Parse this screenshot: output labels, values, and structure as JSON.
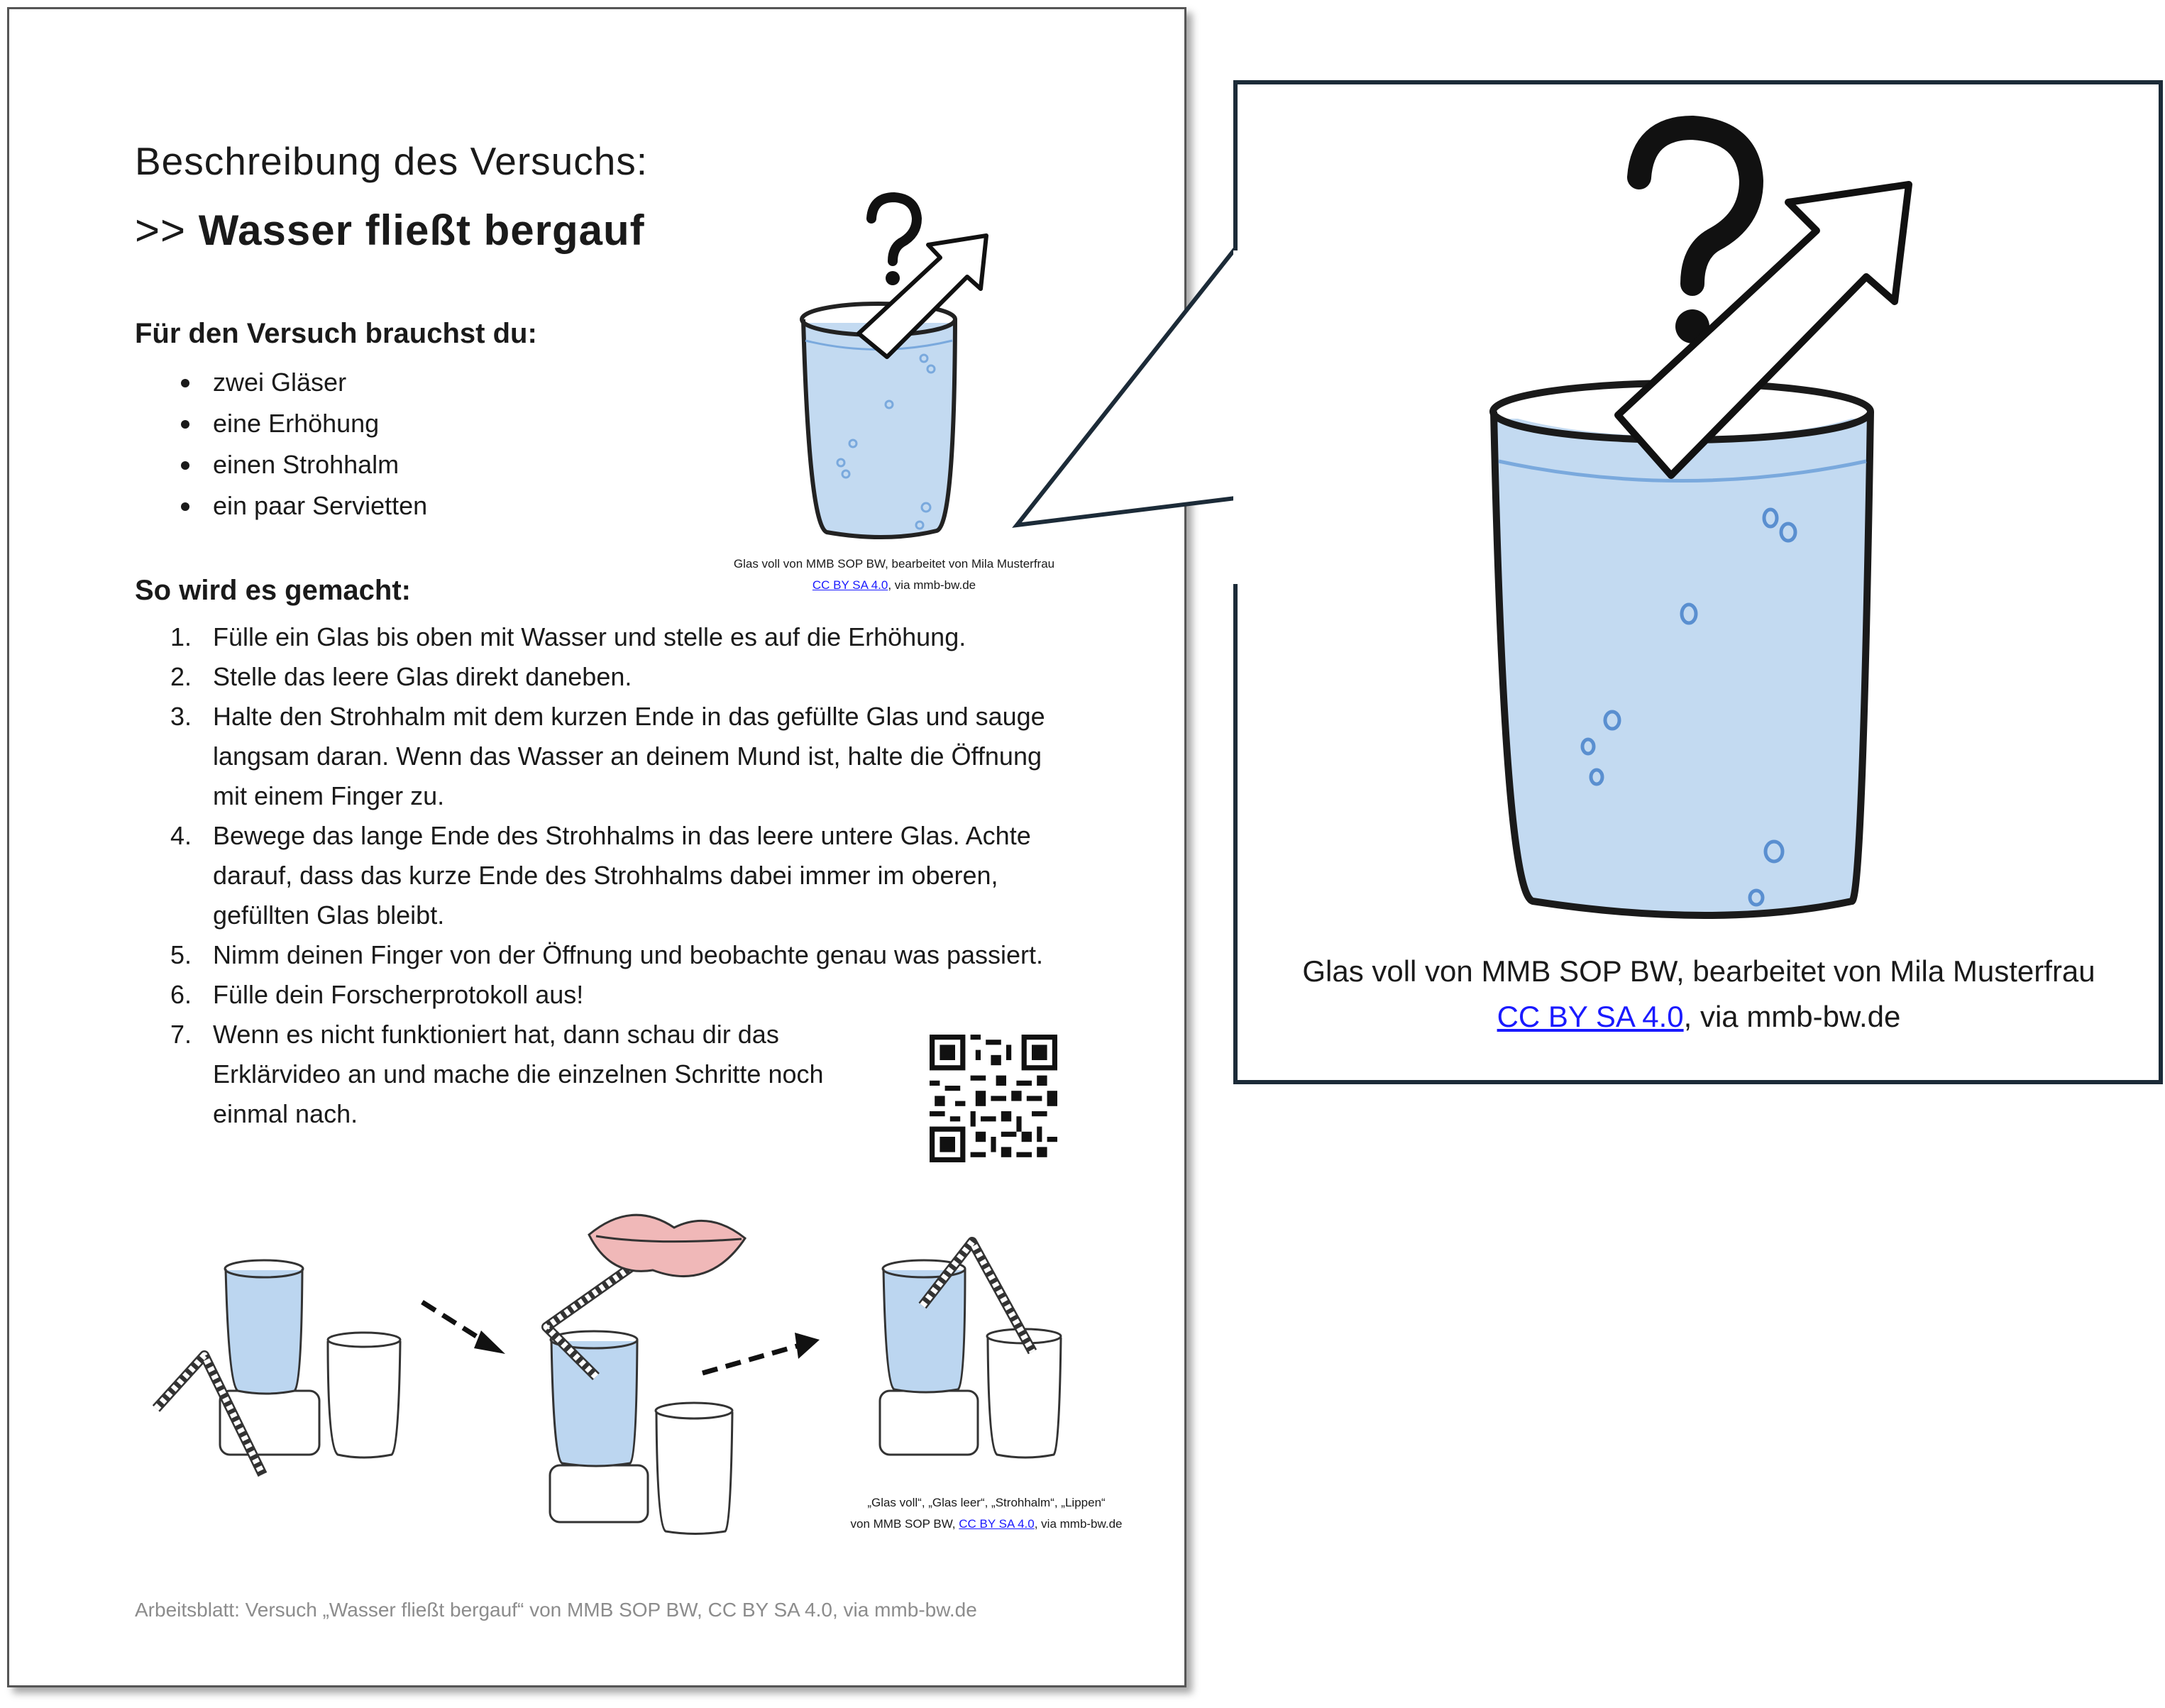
{
  "worksheet": {
    "subtitle": "Beschreibung des Versuchs:",
    "title_prefix": ">>",
    "title": "Wasser fließt bergauf",
    "materials_heading": "Für den Versuch brauchst du:",
    "materials": [
      "zwei Gläser",
      "eine Erhöhung",
      "einen Strohhalm",
      "ein paar Servietten"
    ],
    "steps_heading": "So wird es gemacht:",
    "steps": [
      {
        "num": "1.",
        "text": "Fülle ein Glas bis oben mit Wasser und stelle es auf die Erhöhung."
      },
      {
        "num": "2.",
        "text": "Stelle das leere Glas direkt daneben."
      },
      {
        "num": "3.",
        "text": "Halte den Strohhalm mit dem kurzen Ende in das gefüllte Glas und sauge langsam daran. Wenn das Wasser an deinem Mund ist, halte die Öffnung mit einem Finger zu."
      },
      {
        "num": "4.",
        "text": "Bewege das lange Ende des Strohhalms in das leere untere Glas. Achte darauf, dass das kurze Ende des Strohhalms dabei immer im oberen, gefüllten Glas bleibt."
      },
      {
        "num": "5.",
        "text": "Nimm deinen Finger von der Öffnung und beobachte genau was passiert."
      },
      {
        "num": "6.",
        "text": "Fülle dein Forscherprotokoll aus!"
      },
      {
        "num": "7.",
        "text": "Wenn es nicht funktioniert hat, dann schau dir das Erklärvideo an und mache die einzelnen Schritte noch einmal nach."
      }
    ],
    "glass_credit_line1": "Glas voll von MMB SOP BW, bearbeitet von Mila Musterfrau",
    "glass_credit_link": "CC BY SA 4.0",
    "glass_credit_suffix": ", via mmb-bw.de",
    "illus_credit_line1": "„Glas voll“, „Glas leer“, „Strohhalm“, „Lippen“",
    "illus_credit_prefix": "von MMB SOP BW, ",
    "illus_credit_link": "CC BY SA 4.0",
    "illus_credit_suffix": ", via mmb-bw.de",
    "footer": "Arbeitsblatt: Versuch „Wasser fließt bergauf“ von MMB SOP BW, CC BY SA 4.0, via mmb-bw.de"
  },
  "callout": {
    "credit_line1": "Glas voll von MMB SOP BW, bearbeitet von Mila Musterfrau",
    "credit_link": "CC BY SA 4.0",
    "credit_suffix": ", via mmb-bw.de"
  },
  "icons": [
    "question-mark-icon",
    "arrow-up-right-icon",
    "qr-code-icon",
    "lips-icon",
    "straw-icon"
  ],
  "colors": {
    "water": "#bcd6f0",
    "water_edge": "#7aa9dd",
    "link": "#1a1aff",
    "callout_border": "#1c2b38",
    "footer_text": "#8c8c8c"
  }
}
